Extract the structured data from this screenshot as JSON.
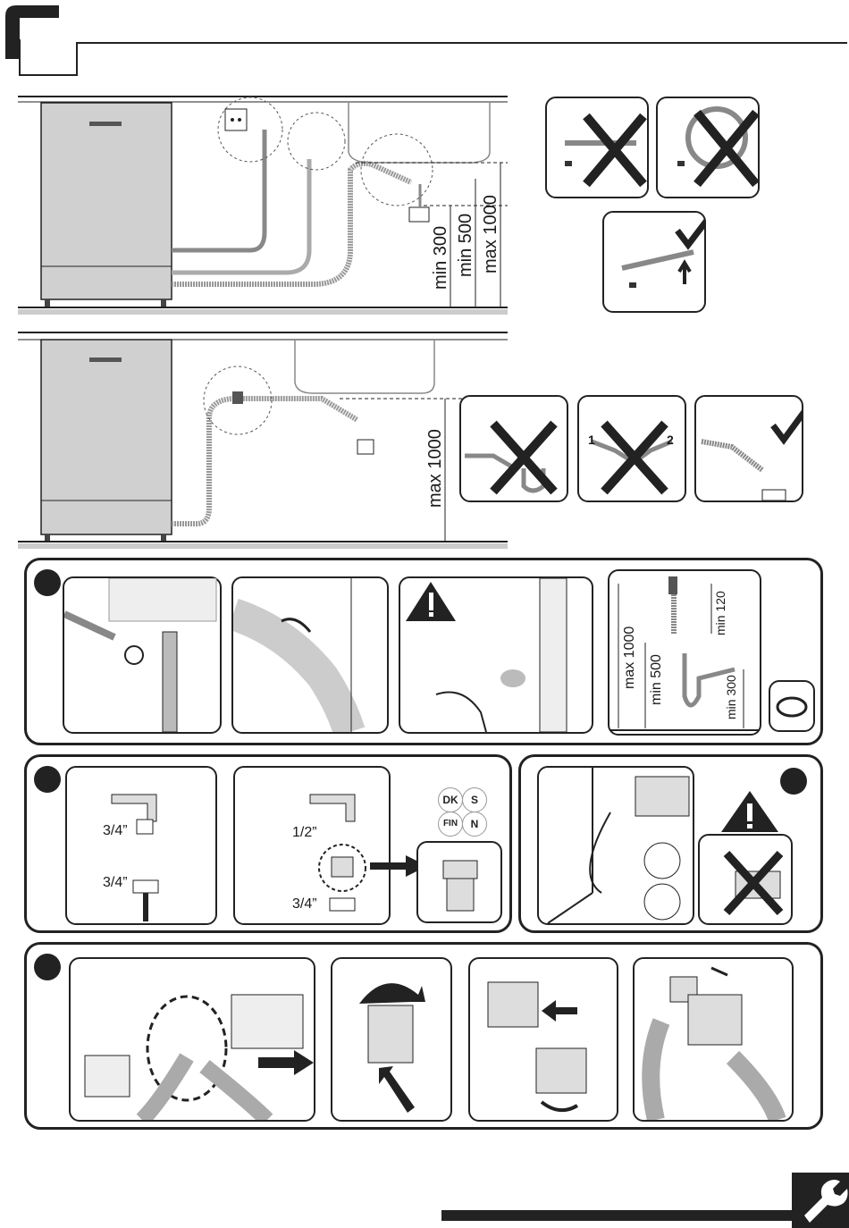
{
  "header": {
    "corner_icon": "page-corner-icon"
  },
  "section_install": {
    "dim_min300": "min 300",
    "dim_min500": "min 500",
    "dim_max1000": "max 1000",
    "dim_max1000_lower": "max 1000"
  },
  "siphon_panel": {
    "dim_max1000": "max 1000",
    "dim_min500": "min 500",
    "dim_min120": "min 120",
    "dim_min300": "min 300",
    "wrong_labels": [
      "1",
      "2"
    ]
  },
  "water_panel": {
    "thread_a": "3/4”",
    "thread_b": "3/4”",
    "thread_c": "1/2”",
    "thread_d": "3/4”",
    "country_codes": [
      "DK",
      "S",
      "FIN",
      "N"
    ]
  },
  "footer": {
    "tool_icon": "wrench-icon"
  }
}
